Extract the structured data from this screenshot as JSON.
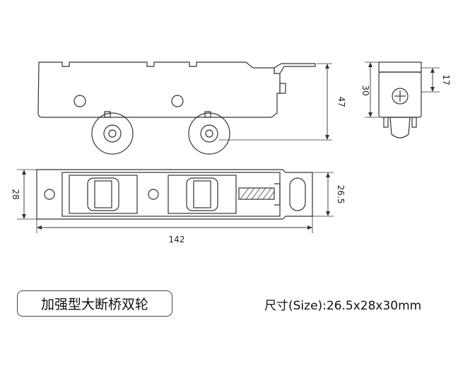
{
  "product_name": "加强型大断桥双轮",
  "size_label": "尺寸(Size):26.5x28x30mm",
  "dimensions": {
    "side_height": "47",
    "end_height": "30",
    "end_top": "17",
    "top_width": "28",
    "top_right": "26.5",
    "length": "142"
  }
}
